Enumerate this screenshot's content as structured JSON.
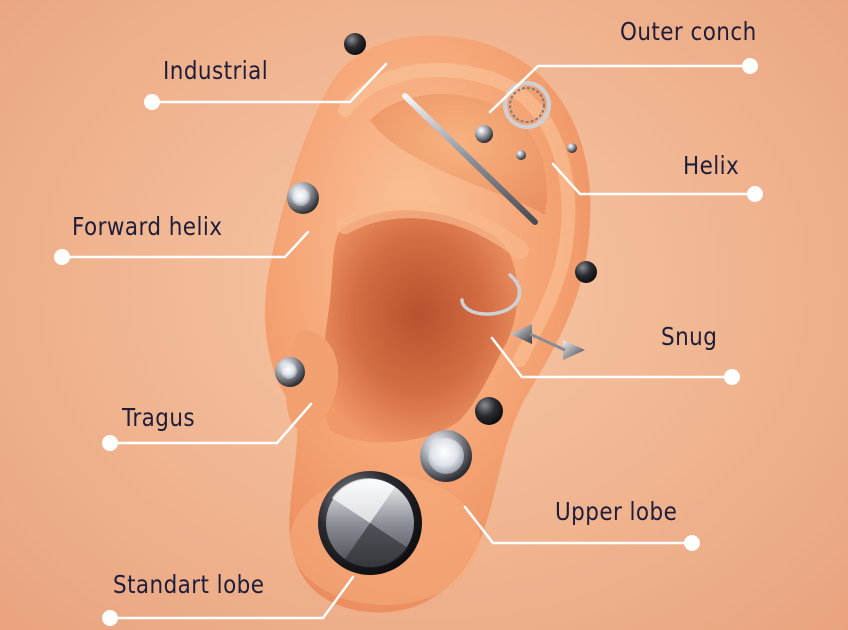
{
  "labels": {
    "industrial": "Industrial",
    "outer_conch": "Outer conch",
    "helix": "Helix",
    "forward_helix": "Forward helix",
    "snug": "Snug",
    "tragus": "Tragus",
    "upper_lobe": "Upper lobe",
    "standart_lobe": "Standart lobe"
  },
  "colors": {
    "background": "#f0b48f",
    "label_text": "#1e1d3a",
    "leader_line": "#ffffff",
    "skin": "#f3a06f",
    "metal": "#c9c9cf"
  }
}
